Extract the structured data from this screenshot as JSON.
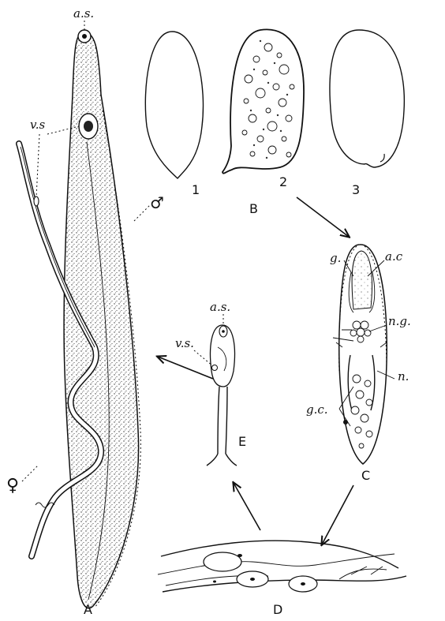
{
  "labels": {
    "as_top": "a.s.",
    "vs_main": "v.s",
    "male": "♂",
    "female": "♀",
    "as_e": "a.s.",
    "vs_e": "v.s.",
    "g": "g.",
    "ac": "a.c",
    "ng": "n.g.",
    "n": "n.",
    "gc": "g.c."
  },
  "captions": {
    "A": "A",
    "B": "B",
    "C": "C",
    "D": "D",
    "E": "E",
    "egg1": "1",
    "egg3": "3",
    "egg2": "2"
  }
}
